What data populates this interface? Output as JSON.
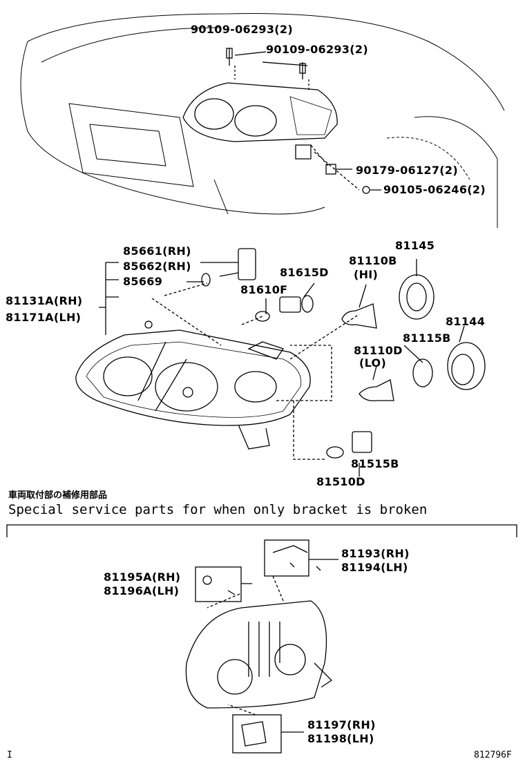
{
  "labels": {
    "p90109a": "90109-06293(2)",
    "p90109b": "90109-06293(2)",
    "p90179": "90179-06127(2)",
    "p90105": "90105-06246(2)",
    "p85661": "85661(RH)",
    "p85662": "85662(RH)",
    "p85669": "85669",
    "p81131": "81131A(RH)",
    "p81171": "81171A(LH)",
    "p81615": "81615D",
    "p81610": "81610F",
    "p81110b": "81110B",
    "p81110b_sub": "(HI)",
    "p81145": "81145",
    "p81144": "81144",
    "p81115": "81115B",
    "p81110d": "81110D",
    "p81110d_sub": "(LO)",
    "p81515": "81515B",
    "p81510": "81510D",
    "p81193": "81193(RH)",
    "p81194": "81194(LH)",
    "p81195": "81195A(RH)",
    "p81196": "81196A(LH)",
    "p81197": "81197(RH)",
    "p81198": "81198(LH)"
  },
  "section_note_jp": "車両取付部の補修用部品",
  "section_note_en": "Special service parts for when only bracket is broken",
  "footer_left": "I",
  "footer_right": "812796F"
}
